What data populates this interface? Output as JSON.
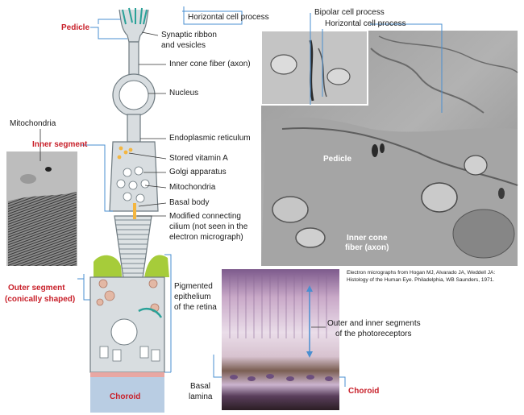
{
  "labels": {
    "pedicle": "Pedicle",
    "synaptic_ribbon": "Synaptic ribbon",
    "and_vesicles": "and vesicles",
    "inner_cone_fiber": "Inner cone fiber (axon)",
    "nucleus": "Nucleus",
    "mitochondria_top": "Mitochondria",
    "inner_segment": "Inner segment",
    "endoplasmic_reticulum": "Endoplasmic reticulum",
    "stored_vitamin_a": "Stored vitamin A",
    "golgi_apparatus": "Golgi apparatus",
    "mitochondria": "Mitochondria",
    "basal_body": "Basal body",
    "modified_connecting_1": "Modified connecting",
    "modified_connecting_2": "cilium (not seen in the",
    "modified_connecting_3": "electron micrograph)",
    "outer_segment": "Outer segment",
    "conically_shaped": "(conically shaped)",
    "pigmented_1": "Pigmented",
    "pigmented_2": "epithelium",
    "pigmented_3": "of the retina",
    "basal_1": "Basal",
    "basal_2": "lamina",
    "choroid_left": "Choroid",
    "choroid_right": "Choroid",
    "horizontal_process_1": "Horizontal cell process",
    "bipolar_process": "Bipolar cell process",
    "horizontal_process_2": "Horizontal cell process",
    "em_pedicle": "Pedicle",
    "em_inner_cone_1": "Inner cone",
    "em_inner_cone_2": "fiber (axon)",
    "outer_inner_1": "Outer and inner segments",
    "outer_inner_2": "of the photoreceptors",
    "credit": "Electron micrographs from Hogan MJ, Alvarado JA, Weddell JA: Histology of the Human Eye. Philadelphia, WB Saunders, 1971."
  },
  "colors": {
    "label_red": "#c8202a",
    "callout_line": "#4a8fd0",
    "choroid_fill": "#b9cde3",
    "cone_outline": "#6e7a80",
    "cone_fill": "#d8dde0",
    "green_cap": "#a6cc3a"
  }
}
